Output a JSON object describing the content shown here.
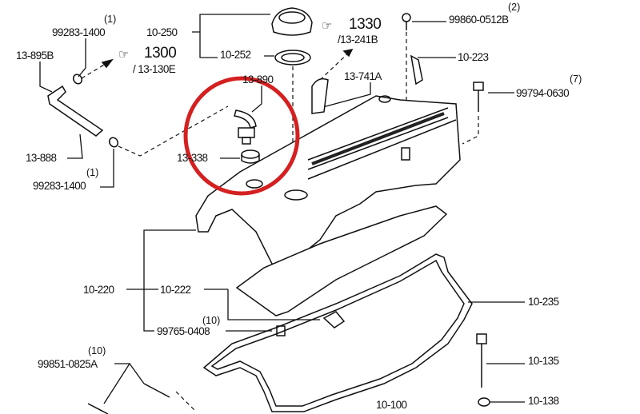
{
  "diagram": {
    "highlight_color": "#d42020",
    "parts": {
      "p99283_top": {
        "number": "99283-1400",
        "qty": "(1)"
      },
      "p99283_bottom": {
        "number": "99283-1400",
        "qty": "(1)"
      },
      "p10_250": {
        "number": "10-250"
      },
      "p10_252": {
        "number": "10-252"
      },
      "p13_895b": {
        "number": "13-895B"
      },
      "p13_888": {
        "number": "13-888"
      },
      "p13_890": {
        "number": "13-890"
      },
      "p13_338": {
        "number": "13-338"
      },
      "p13_741a": {
        "number": "13-741A"
      },
      "p99860": {
        "number": "99860-0512B",
        "qty": "(2)"
      },
      "p10_223": {
        "number": "10-223"
      },
      "p99794": {
        "number": "99794-0630",
        "qty": "(7)"
      },
      "p10_220": {
        "number": "10-220"
      },
      "p10_222": {
        "number": "10-222"
      },
      "p10_235": {
        "number": "10-235"
      },
      "p99765": {
        "number": "99765-0408",
        "qty": "(10)"
      },
      "p99851": {
        "number": "99851-0825A",
        "qty": "(10)"
      },
      "p10_135": {
        "number": "10-135"
      },
      "p10_138": {
        "number": "10-138"
      },
      "p10_100": {
        "number": "10-100"
      }
    },
    "refs": {
      "ref_1300": {
        "group": "1300",
        "part": "/ 13-130E"
      },
      "ref_1330": {
        "group": "1330",
        "part": "/13-241B"
      }
    }
  }
}
